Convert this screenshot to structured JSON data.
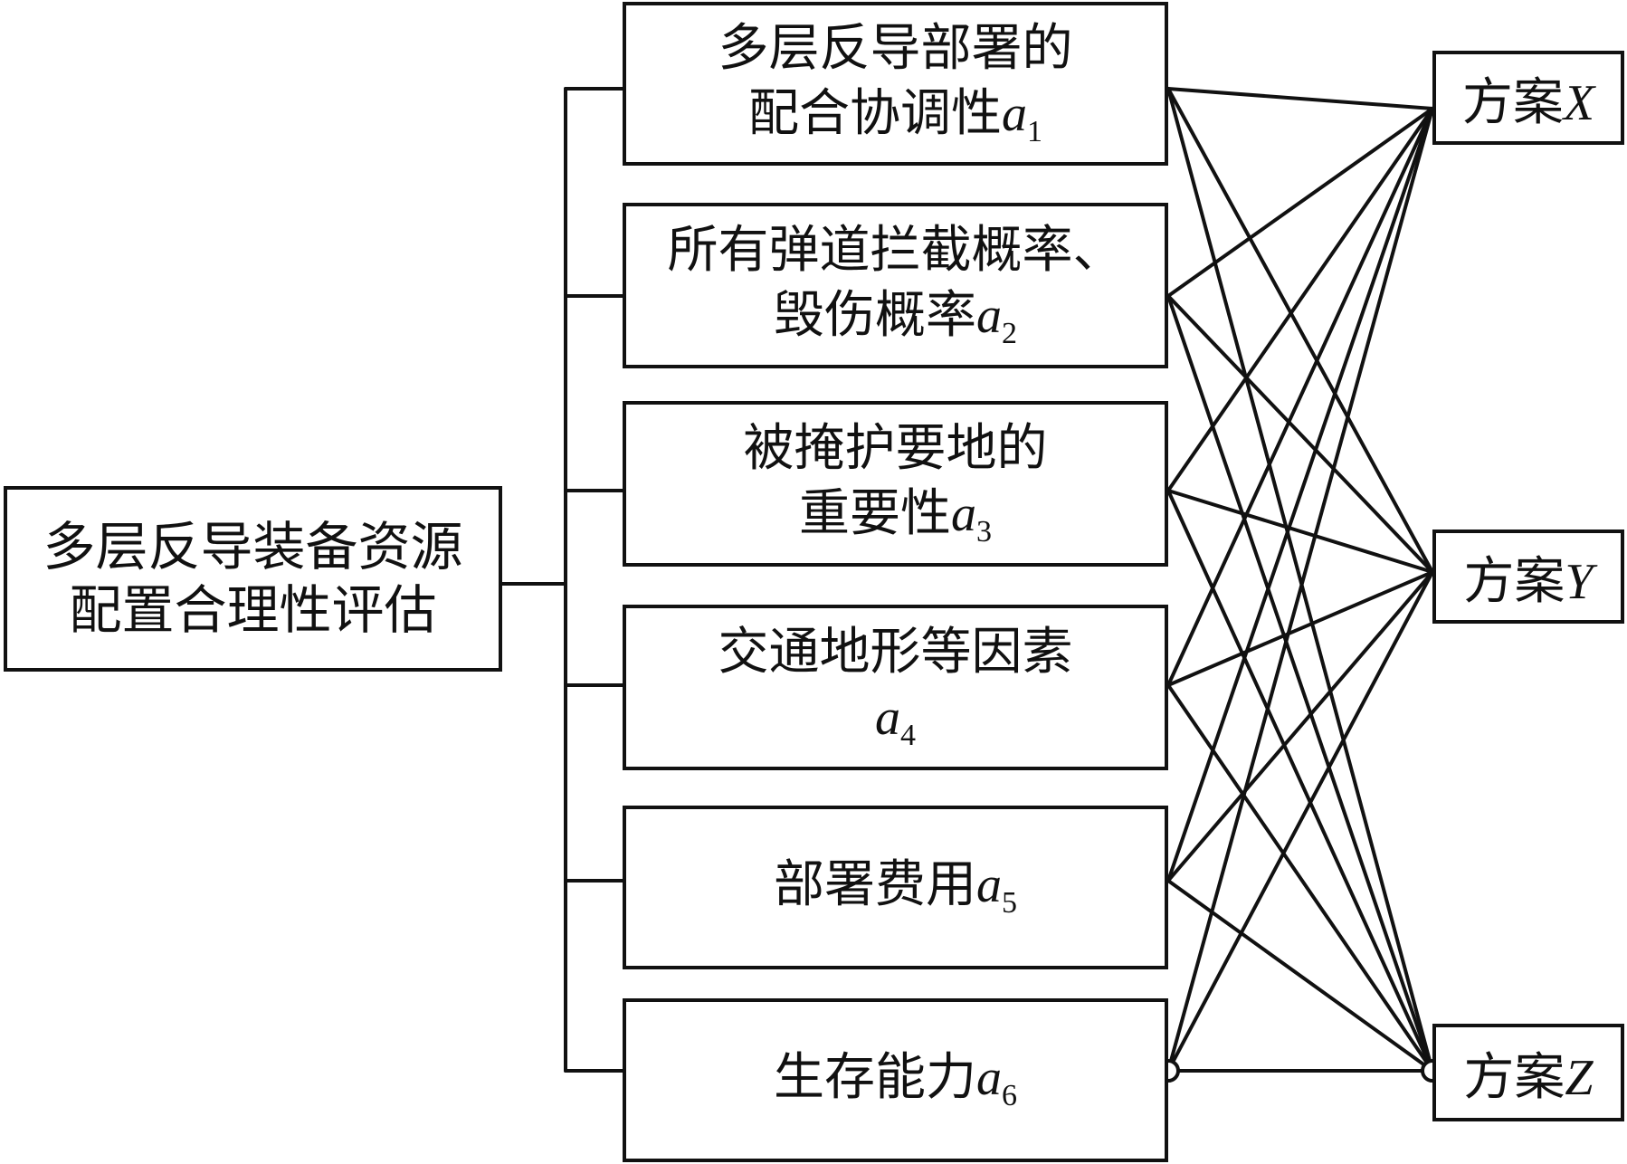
{
  "root": {
    "line1": "多层反导装备资源",
    "line2": "配置合理性评估"
  },
  "criteria": [
    {
      "line1": "多层反导部署的",
      "line2_text": "配合协调性",
      "var": "a",
      "sub": "1"
    },
    {
      "line1": "所有弹道拦截概率、",
      "line2_text": "毁伤概率",
      "var": "a",
      "sub": "2"
    },
    {
      "line1": "被掩护要地的",
      "line2_text": "重要性",
      "var": "a",
      "sub": "3"
    },
    {
      "line1": "交通地形等因素",
      "line2_text": "",
      "var": "a",
      "sub": "4"
    },
    {
      "line1": "",
      "line2_text": "部署费用",
      "var": "a",
      "sub": "5"
    },
    {
      "line1": "",
      "line2_text": "生存能力",
      "var": "a",
      "sub": "6"
    }
  ],
  "options": [
    {
      "text": "方案",
      "var": "X"
    },
    {
      "text": "方案",
      "var": "Y"
    },
    {
      "text": "方案",
      "var": "Z"
    }
  ],
  "links": {
    "description_free": true,
    "all_criteria_to_all_options": true
  }
}
